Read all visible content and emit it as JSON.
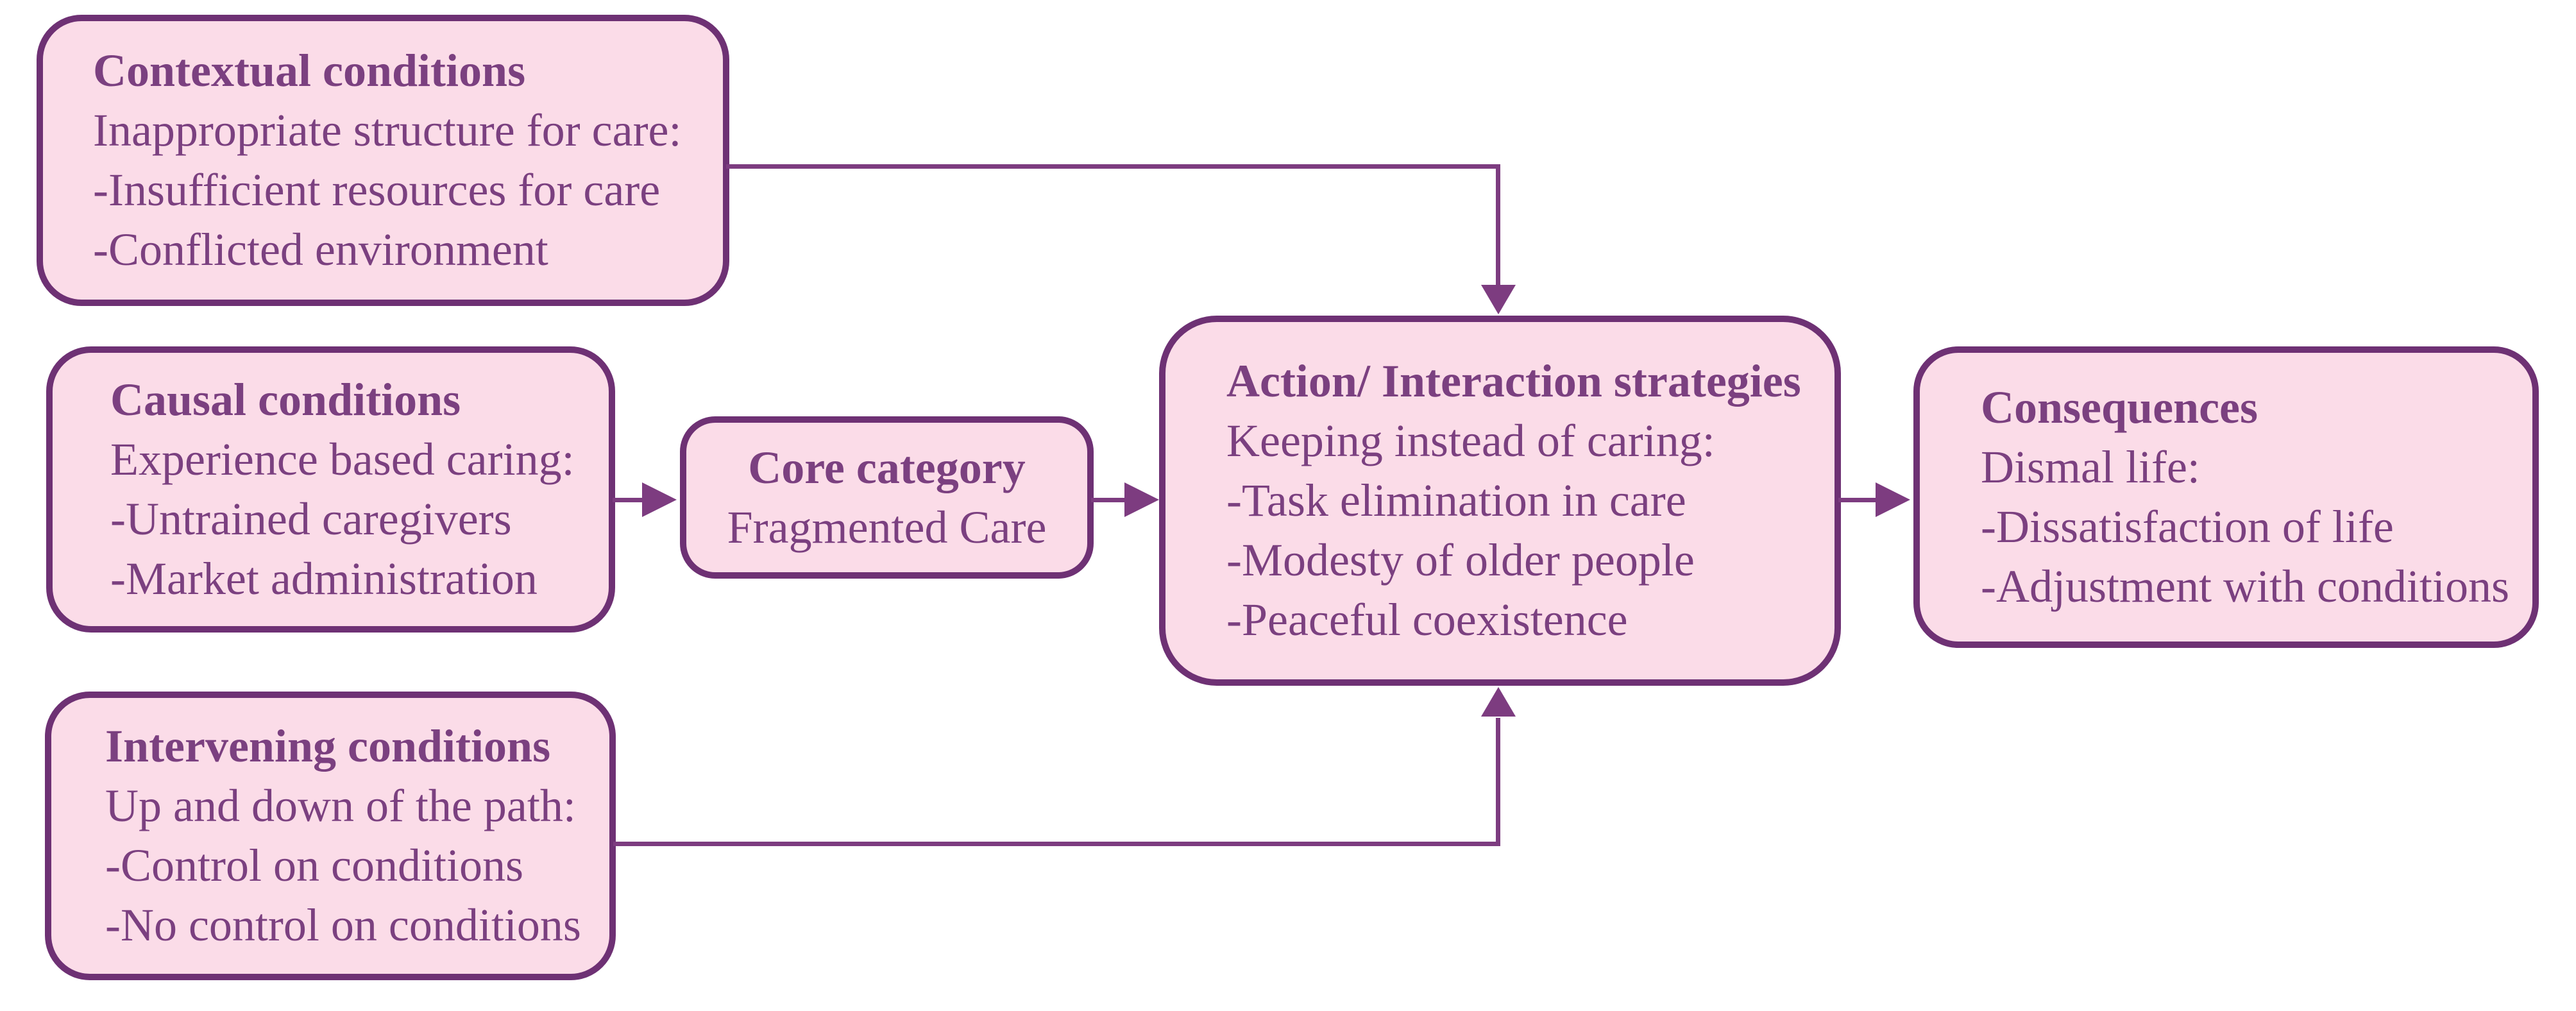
{
  "diagram": {
    "colors": {
      "background": "#ffffff",
      "box_fill": "#fbdce8",
      "box_border": "#6e3174",
      "text": "#7b4080",
      "connector": "#7d3c80"
    },
    "boxes": {
      "contextual": {
        "title": "Contextual conditions",
        "lines": [
          "Inappropriate structure for care:",
          "-Insufficient resources for care",
          "-Conflicted environment"
        ]
      },
      "causal": {
        "title": "Causal conditions",
        "lines": [
          "Experience based caring:",
          "-Untrained caregivers",
          "-Market administration"
        ]
      },
      "intervening": {
        "title": "Intervening conditions",
        "lines": [
          "Up and down of the path:",
          "-Control on conditions",
          "-No control on conditions"
        ]
      },
      "core": {
        "title": "Core category",
        "lines": [
          "Fragmented Care"
        ]
      },
      "action": {
        "title": "Action/ Interaction strategies",
        "lines": [
          "Keeping instead of caring:",
          "-Task elimination in care",
          "-Modesty of older people",
          "-Peaceful coexistence"
        ]
      },
      "consequences": {
        "title": "Consequences",
        "lines": [
          "Dismal life:",
          "-Dissatisfaction of life",
          "-Adjustment with conditions"
        ]
      }
    },
    "connections": [
      {
        "from": "Contextual conditions",
        "to": "Action/ Interaction strategies",
        "entry": "top"
      },
      {
        "from": "Causal conditions",
        "to": "Core category",
        "entry": "left"
      },
      {
        "from": "Core category",
        "to": "Action/ Interaction strategies",
        "entry": "left"
      },
      {
        "from": "Action/ Interaction strategies",
        "to": "Consequences",
        "entry": "left"
      },
      {
        "from": "Intervening conditions",
        "to": "Action/ Interaction strategies",
        "entry": "bottom"
      }
    ]
  }
}
